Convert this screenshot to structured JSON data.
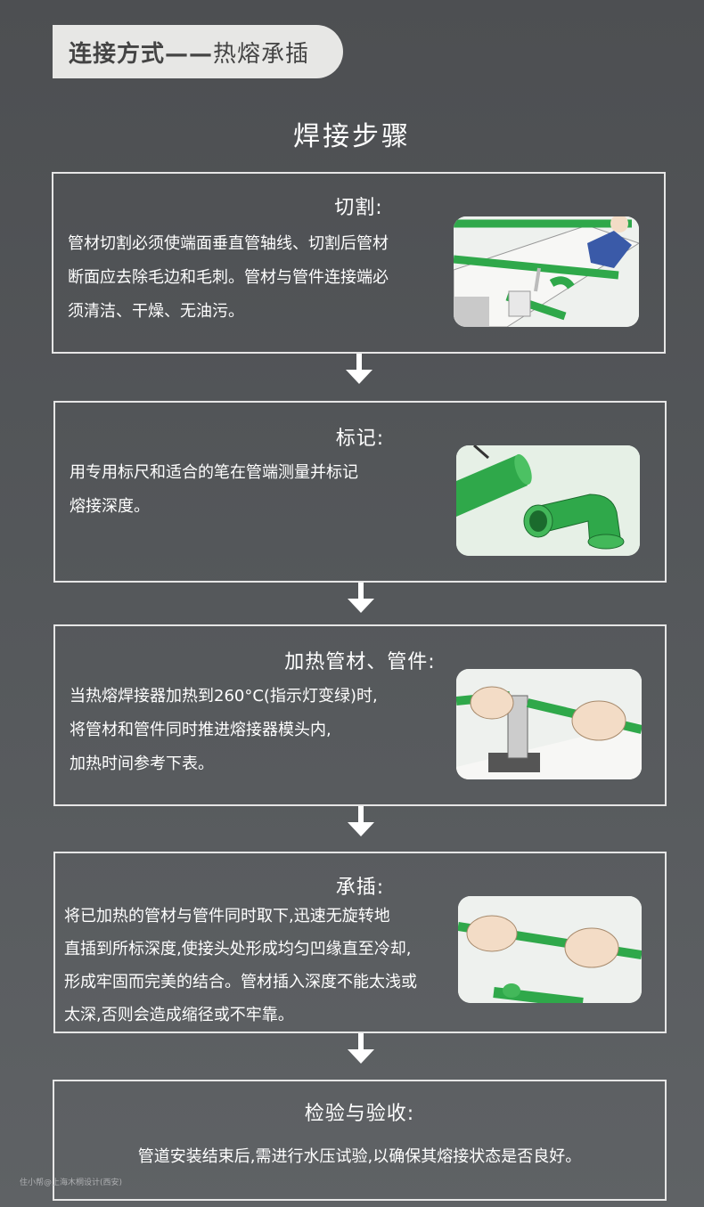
{
  "header": {
    "title_bold": "连接方式——",
    "title_light": "热熔承插"
  },
  "section_title": "焊接步骤",
  "steps": [
    {
      "title": "切割:",
      "lines": [
        "管材切割必须使端面垂直管轴线、切割后管材",
        "断面应去除毛边和毛刺。管材与管件连接端必",
        "须清洁、干燥、无油污。"
      ],
      "illustration": "cutting-pipe"
    },
    {
      "title": "标记:",
      "lines": [
        "用专用标尺和适合的笔在管端测量并标记",
        "熔接深度。"
      ],
      "illustration": "marking-pipe"
    },
    {
      "title": "加热管材、管件:",
      "lines": [
        "当热熔焊接器加热到260°C(指示灯变绿)时,",
        "将管材和管件同时推进熔接器模头内,",
        "加热时间参考下表。"
      ],
      "illustration": "heating-pipe"
    },
    {
      "title": "承插:",
      "lines": [
        "将已加热的管材与管件同时取下,迅速无旋转地",
        "直插到所标深度,使接头处形成均匀凹缘直至冷却,",
        "形成牢固而完美的结合。管材插入深度不能太浅或",
        "太深,否则会造成缩径或不牢靠。"
      ],
      "illustration": "inserting-pipe"
    },
    {
      "title": "检验与验收:",
      "lines": [
        "管道安装结束后,需进行水压试验,以确保其熔接状态是否良好。"
      ],
      "illustration": ""
    }
  ],
  "watermark": "住小帮@上海木桐设计(西安)",
  "colors": {
    "background": "#55585b",
    "pill": "#e7e7e5",
    "pipe_green": "#2fa84a",
    "border": "#e6e6e6"
  }
}
